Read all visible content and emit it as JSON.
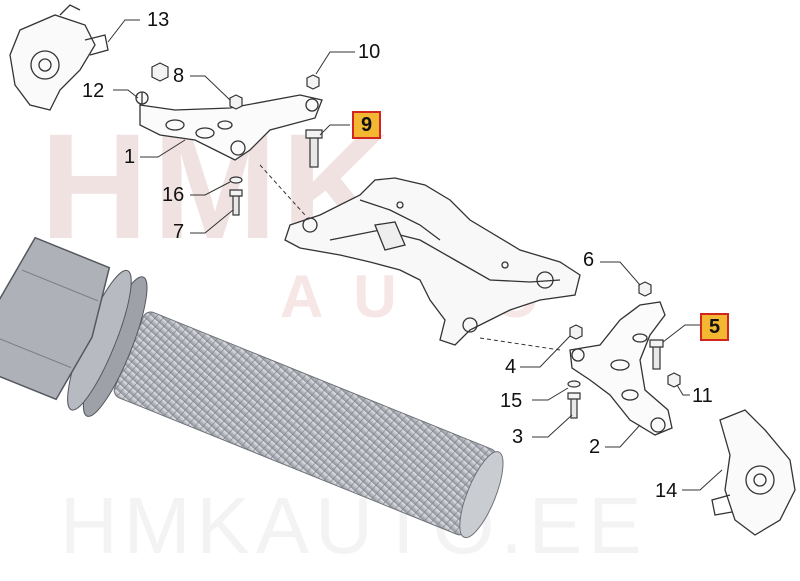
{
  "watermark": {
    "brand": "HMK",
    "sub": "AUTO",
    "site": "HMKAUTO.EE"
  },
  "callouts": {
    "c1": "1",
    "c2": "2",
    "c3": "3",
    "c4": "4",
    "c5": "5",
    "c6": "6",
    "c7": "7",
    "c8": "8",
    "c9": "9",
    "c10": "10",
    "c11": "11",
    "c12": "12",
    "c13": "13",
    "c14": "14",
    "c15": "15",
    "c16": "16"
  },
  "highlighted": [
    "5",
    "9"
  ],
  "colors": {
    "highlight_fill": "#f4b731",
    "highlight_border": "#d1261f",
    "bolt_steel": "#b9bcc2",
    "watermark": "#f1e2e2"
  }
}
